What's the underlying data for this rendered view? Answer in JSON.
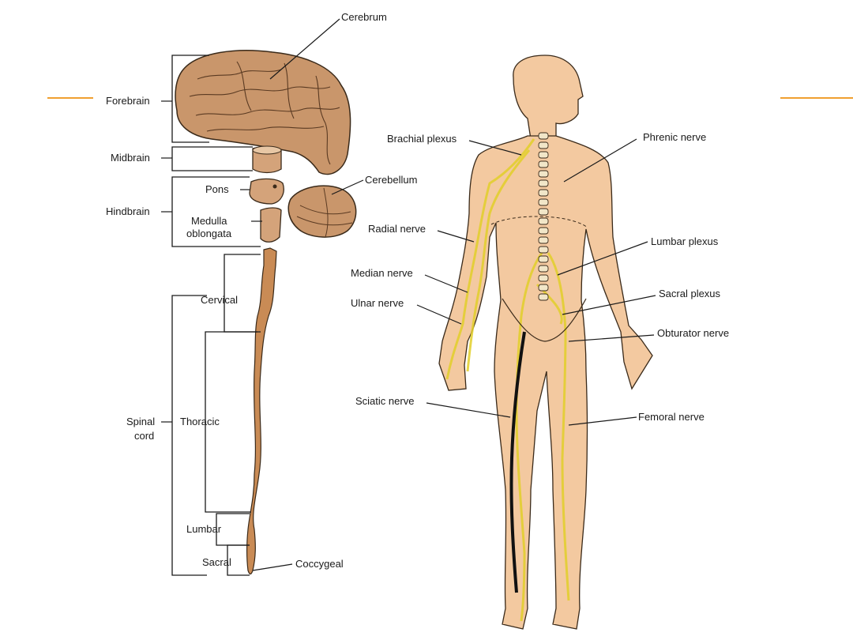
{
  "accent_color": "#f0a030",
  "skin_color": "#f3c9a0",
  "brain_color": "#c9966b",
  "cord_color": "#c98b55",
  "nerve_color": "#f2e85a",
  "labels": {
    "cerebrum": "Cerebrum",
    "forebrain": "Forebrain",
    "midbrain": "Midbrain",
    "pons": "Pons",
    "cerebellum": "Cerebellum",
    "hindbrain": "Hindbrain",
    "medulla_line1": "Medulla",
    "medulla_line2": "oblongata",
    "cervical": "Cervical",
    "spinal_line1": "Spinal",
    "spinal_line2": "cord",
    "thoracic": "Thoracic",
    "lumbar": "Lumbar",
    "sacral": "Sacral",
    "coccygeal": "Coccygeal",
    "brachial_plexus": "Brachial plexus",
    "phrenic_nerve": "Phrenic nerve",
    "radial_nerve": "Radial nerve",
    "lumbar_plexus": "Lumbar plexus",
    "median_nerve": "Median nerve",
    "ulnar_nerve": "Ulnar nerve",
    "sacral_plexus": "Sacral plexus",
    "obturator_nerve": "Obturator nerve",
    "sciatic_nerve": "Sciatic nerve",
    "femoral_nerve": "Femoral nerve"
  }
}
